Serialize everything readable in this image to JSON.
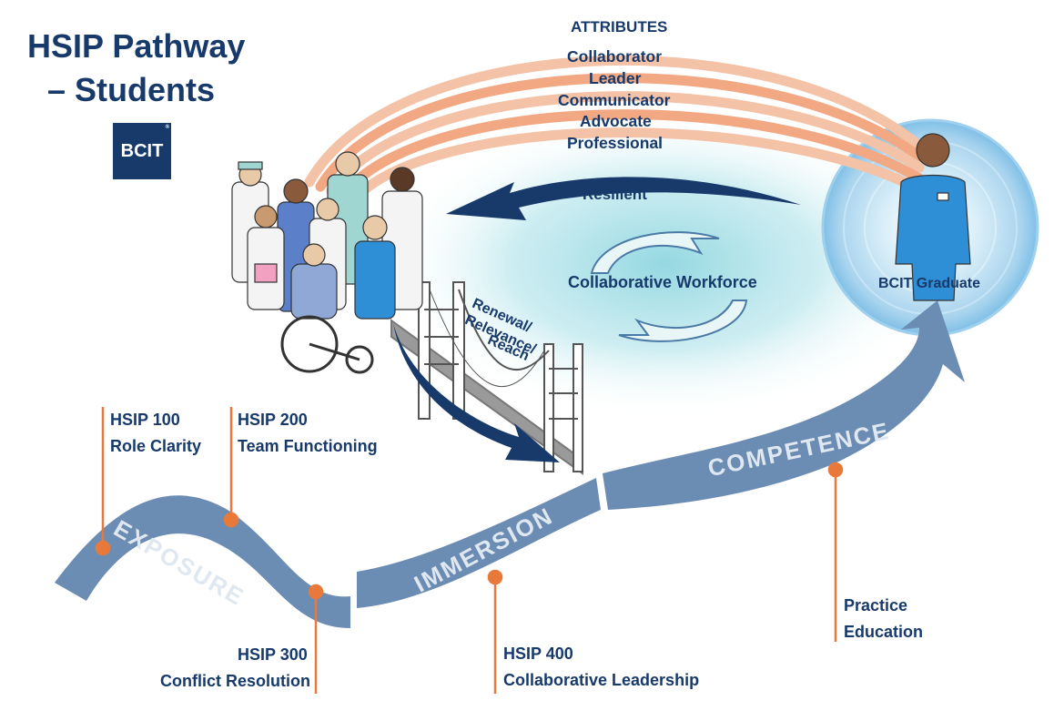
{
  "title": {
    "line1": "HSIP  Pathway",
    "line2": "– Students"
  },
  "logo": {
    "text": "BCIT",
    "mark": "®"
  },
  "attributes": {
    "heading": "ATTRIBUTES",
    "items": [
      "Collaborator",
      "Leader",
      "Communicator",
      "Advocate",
      "Professional"
    ]
  },
  "resilient": "Resilient",
  "collaborative_workforce": "Collaborative Workforce",
  "renewal": [
    "Renewal/",
    "Relevance/",
    "Reach"
  ],
  "graduate": "BCIT Graduate",
  "stages": {
    "exposure": "EXPOSURE",
    "immersion": "IMMERSION",
    "competence": "COMPETENCE"
  },
  "milestones": {
    "hsip100": {
      "code": "HSIP 100",
      "name": "Role Clarity"
    },
    "hsip200": {
      "code": "HSIP 200",
      "name": "Team Functioning"
    },
    "hsip300": {
      "code": "HSIP 300",
      "name": "Conflict Resolution"
    },
    "hsip400": {
      "code": "HSIP 400",
      "name": "Collaborative Leadership"
    },
    "practice": {
      "line1": "Practice",
      "line2": "Education"
    }
  },
  "colors": {
    "navy": "#173a6b",
    "path_blue": "#6c8db3",
    "arc_orange": "#f2a983",
    "orange_marker": "#e8793a",
    "glow_teal": "#8fd6e0",
    "scrubs_blue": "#2f8fd6"
  },
  "icons": [
    "healthcare-team-illustration",
    "bridge-illustration",
    "graduate-nurse-figure",
    "cycle-arrows-icon"
  ]
}
